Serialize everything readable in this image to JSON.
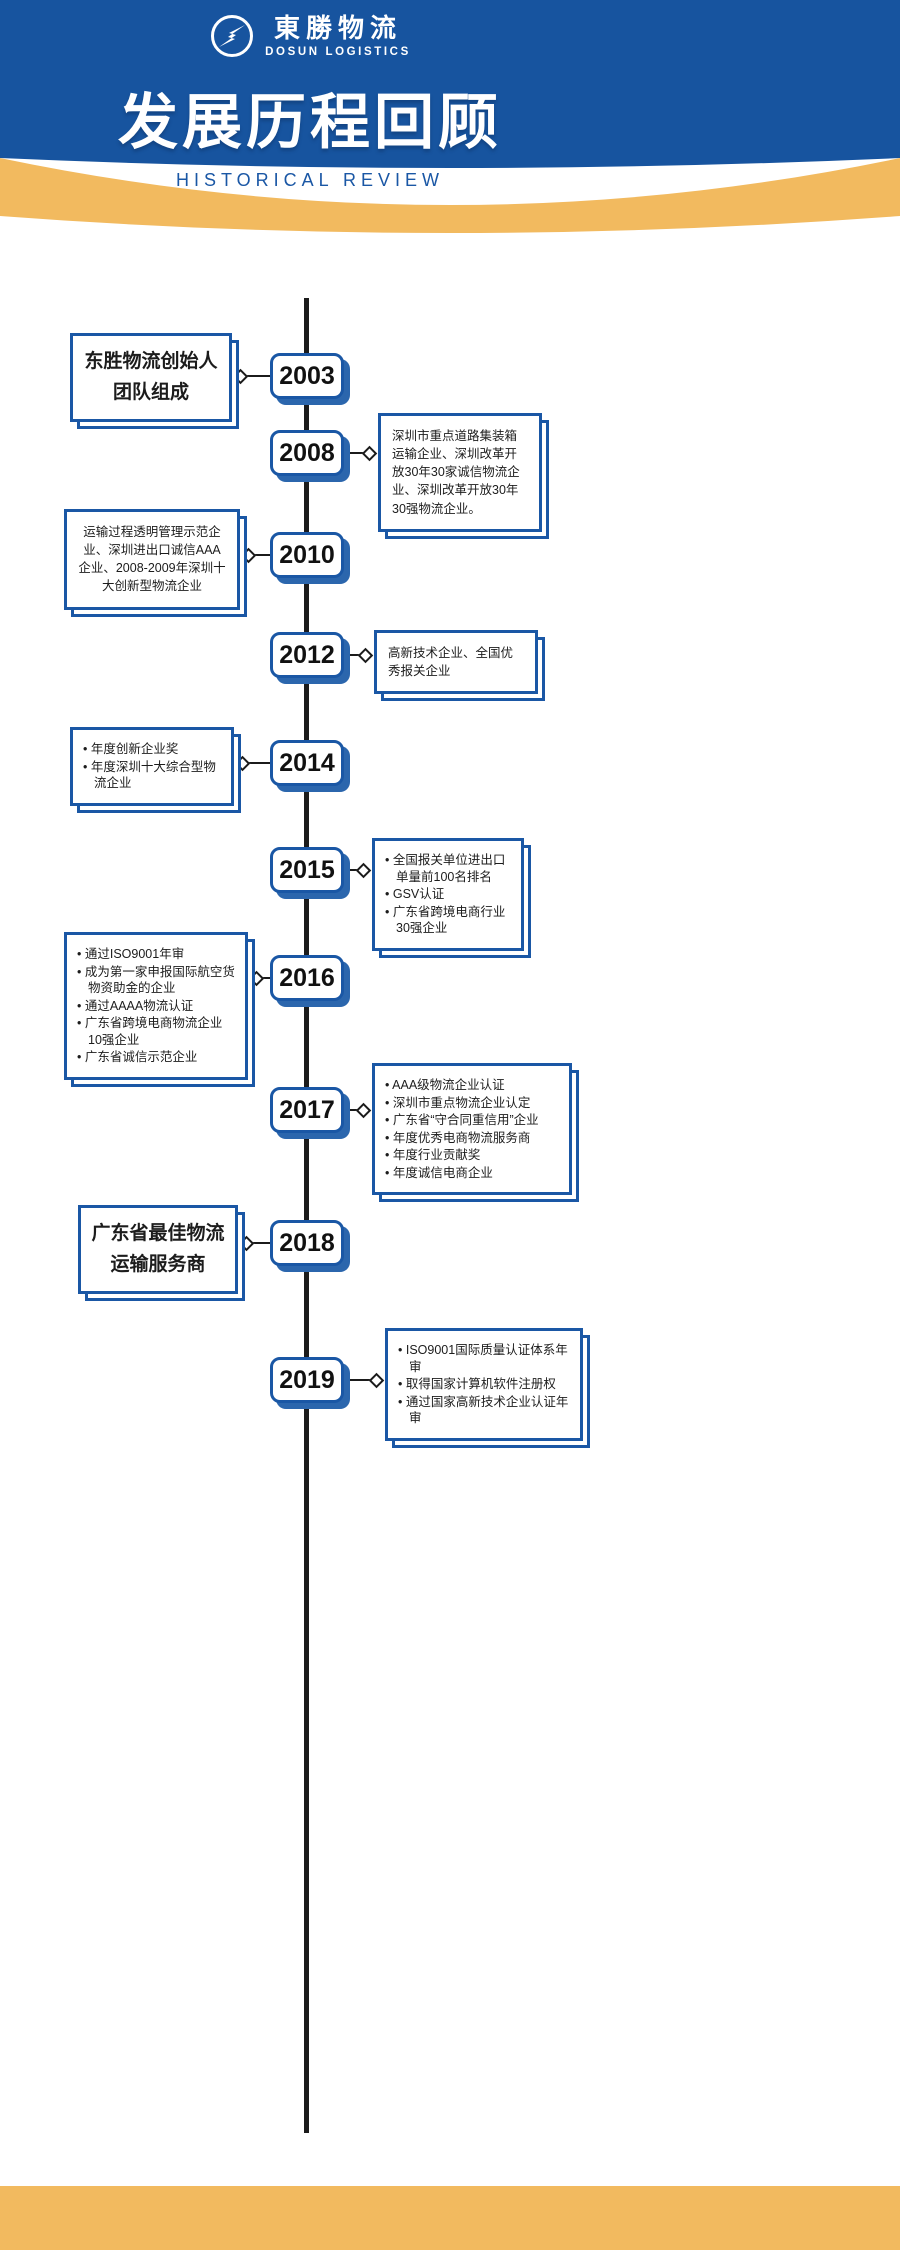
{
  "brand": {
    "logo_cn": "東勝物流",
    "logo_en": "DOSUN LOGISTICS",
    "icon": "swoosh-s-icon"
  },
  "header": {
    "title": "发展历程回顾",
    "subtitle": "HISTORICAL REVIEW"
  },
  "colors": {
    "primary_blue": "#17549f",
    "border_blue": "#1a57a5",
    "accent_gold": "#f2ba5f",
    "line_black": "#1b1b1b"
  },
  "timeline": [
    {
      "year": "2003",
      "side": "left",
      "style": "headline",
      "text": "东胜物流创始人团队组成"
    },
    {
      "year": "2008",
      "side": "right",
      "style": "paragraph",
      "text": "深圳市重点道路集装箱运输企业、深圳改革开放30年30家诚信物流企业、深圳改革开放30年30强物流企业。"
    },
    {
      "year": "2010",
      "side": "left",
      "style": "paragraph",
      "text": "运输过程透明管理示范企业、深圳进出口诚信AAA企业、2008-2009年深圳十大创新型物流企业"
    },
    {
      "year": "2012",
      "side": "right",
      "style": "paragraph",
      "text": "高新技术企业、全国优秀报关企业"
    },
    {
      "year": "2014",
      "side": "left",
      "style": "bullets",
      "items": [
        "年度创新企业奖",
        "年度深圳十大综合型物流企业"
      ]
    },
    {
      "year": "2015",
      "side": "right",
      "style": "bullets",
      "items": [
        "全国报关单位进出口单量前100名排名",
        "GSV认证",
        "广东省跨境电商行业30强企业"
      ]
    },
    {
      "year": "2016",
      "side": "left",
      "style": "bullets",
      "items": [
        "通过ISO9001年审",
        "成为第一家申报国际航空货物资助金的企业",
        "通过AAAA物流认证",
        "广东省跨境电商物流企业10强企业",
        "广东省诚信示范企业"
      ]
    },
    {
      "year": "2017",
      "side": "right",
      "style": "bullets",
      "items": [
        "AAA级物流企业认证",
        "深圳市重点物流企业认定",
        "广东省“守合同重信用”企业",
        "年度优秀电商物流服务商",
        "年度行业贡献奖",
        "年度诚信电商企业"
      ]
    },
    {
      "year": "2018",
      "side": "left",
      "style": "headline",
      "text": "广东省最佳物流运输服务商"
    },
    {
      "year": "2019",
      "side": "right",
      "style": "bullets",
      "items": [
        "ISO9001国际质量认证体系年审",
        "取得国家计算机软件注册权",
        "通过国家高新技术企业认证年审"
      ]
    }
  ]
}
